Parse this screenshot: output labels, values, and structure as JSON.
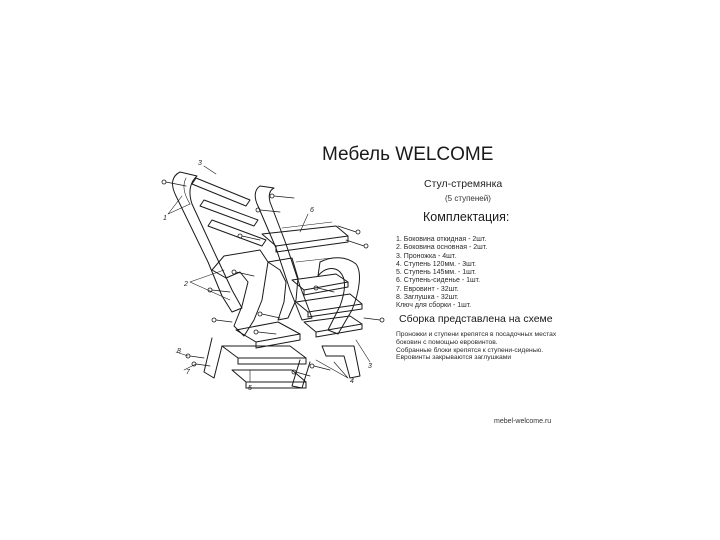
{
  "brand_title": "Мебель WELCOME",
  "product": {
    "name": "Стул-стремянка",
    "subtitle": "(5 ступеней)"
  },
  "kit_heading": "Комплектация:",
  "parts": [
    "1. Боковина откидная - 2шт.",
    "2. Боковина основная - 2шт.",
    "3. Проножка - 4шт.",
    "4. Ступень 120мм. - 3шт.",
    "5. Ступень 145мм. - 1шт.",
    "6. Ступень-сиденье - 1шт.",
    "7. Евровинт - 32шт.",
    "8. Заглушка - 32шт.",
    "Ключ для сборки - 1шт."
  ],
  "assembly_heading": "Сборка представлена на схеме",
  "assembly_notes": [
    "Проножки и ступени крепятся в посадочных местах",
    "боковин с помощью евровинтов.",
    "Собранные блоки крепятся к ступени-сиденью.",
    "Евровинты закрываются заглушками"
  ],
  "website": "mebel-welcome.ru",
  "diagram_labels": {
    "c1": "1",
    "c2": "2",
    "c3a": "3",
    "c3b": "3",
    "c4": "4",
    "c5": "5",
    "c6": "6",
    "c7": "7",
    "c8": "8"
  },
  "colors": {
    "line": "#1a1a1a",
    "text": "#222222",
    "background": "#ffffff"
  }
}
